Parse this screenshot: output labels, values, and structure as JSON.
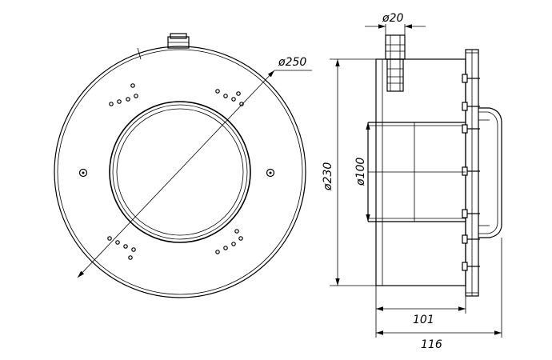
{
  "drawing": {
    "front_view": {
      "diameter_label": "ø250"
    },
    "side_view": {
      "pipe_diameter_label": "ø20",
      "body_diameter_label": "ø230",
      "inner_diameter_label": "ø100",
      "depth_label": "101",
      "total_depth_label": "116"
    }
  },
  "colors": {
    "line": "#000000",
    "background": "#ffffff"
  }
}
